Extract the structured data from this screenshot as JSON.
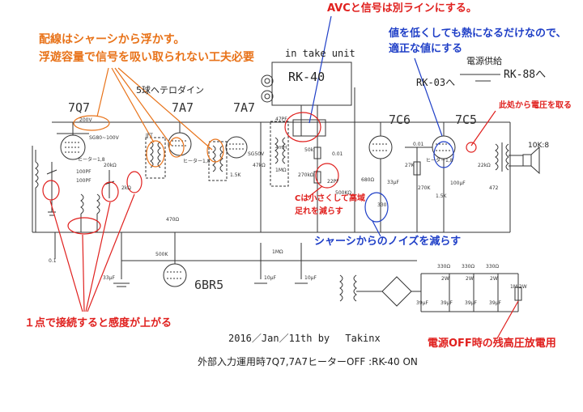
{
  "annotations": {
    "avc": "AVCと信号は別ラインにする。",
    "wiring_line1": "配線はシャーシから浮かす。",
    "wiring_line2": "浮遊容量で信号を吸い取られない工夫必要",
    "value_line1": "値を低くしても熱になるだけなので、",
    "value_line2": "適正な値にする",
    "power_source": "此処から電圧を取る",
    "c_small_line1": "Cは小さくして高域",
    "c_small_line2": "足れを減らす",
    "chassis_noise": "シャーシからのノイズを減らす",
    "single_point": "１点で接続すると感度が上がる",
    "power_off": "電源OFF時の残高圧放電用"
  },
  "titles": {
    "in_take_unit": "in take unit",
    "rk40": "RK-40",
    "power_supply": "電源供給",
    "rk03": "RK-03へ",
    "rk88": "RK-88へ",
    "superhet": "5球ヘテロダイン"
  },
  "tubes": {
    "t1": "7Q7",
    "t2": "7A7",
    "t3": "7A7",
    "t4": "7C6",
    "t5": "7C5",
    "t6": "6BR5"
  },
  "components": {
    "v200": "200V",
    "heater1": "ヒーター1,8",
    "heater2": "ヒーター1,8",
    "heater3": "ヒーター1,8",
    "v1": "SG80~100V",
    "v2": "SG50V",
    "ift1": "IFT",
    "r20k": "20kΩ",
    "r2k": "2kΩ",
    "c100pf1": "100PF",
    "c100pf2": "100PF",
    "r15k": "1.5K",
    "r47k": "47kΩ",
    "r1m": "1MΩ",
    "r50k": "50k",
    "r270k1": "270kΩ",
    "c22pf": "22PF",
    "r680": "680Ω",
    "c001a": "0.01",
    "c001b": "0.01",
    "c500k": "500KΩ",
    "c33uf1": "33μF",
    "r27k": "27K",
    "r270k2": "270K",
    "c100uf": "100μF",
    "r15k2": "1.5K",
    "r22k": "22kΩ",
    "r472": "472",
    "r330": "330",
    "speaker": "10K:8",
    "c47pf": "47PF",
    "ind4": "4mH",
    "c01": "0.1",
    "r470": "470Ω",
    "r500k": "500K",
    "c33uf2": "33μF",
    "r1m2": "1MΩ",
    "c10uf1": "10μF",
    "c10uf2": "10μF",
    "r330a": "330Ω",
    "r330b": "330Ω",
    "r330c": "330Ω",
    "w2a": "2W",
    "w2b": "2W",
    "w2c": "2W",
    "c39a": "39μF",
    "c39b": "39μF",
    "c39c": "39μF",
    "c39d": "39μF",
    "r1m2w": "1M 2W"
  },
  "footer": {
    "date": "2016／Jan／11th by　 Takinx",
    "note": "外部入力運用時7Q7,7A7ヒーターOFF :RK-40 ON"
  }
}
